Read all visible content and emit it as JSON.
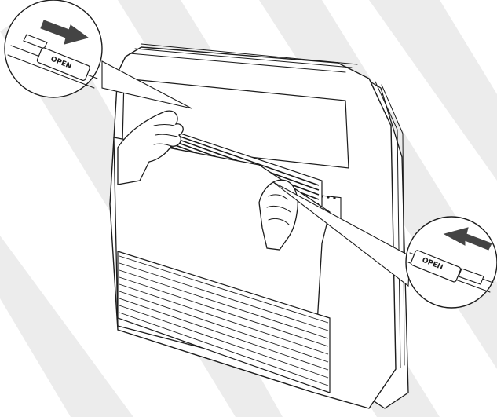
{
  "callouts": {
    "left": {
      "latch_label": "OPEN",
      "arrow_direction": "right"
    },
    "right": {
      "latch_label": "OPEN",
      "arrow_direction": "left"
    }
  },
  "colors": {
    "ink": "#1c1c1c",
    "arrow": "#444444",
    "watermark": "#e9e9e9",
    "background": "#ffffff"
  },
  "icons": {
    "left_arrow": "arrow-right-icon",
    "right_arrow": "arrow-left-icon"
  }
}
